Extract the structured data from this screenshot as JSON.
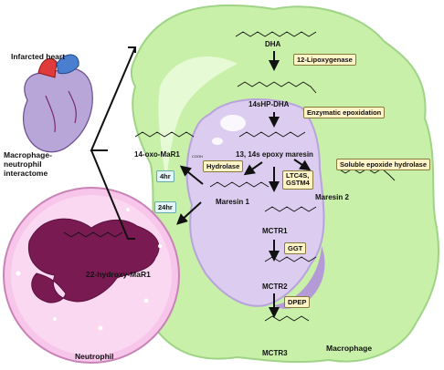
{
  "labels": {
    "infarcted_heart": "Infarcted heart",
    "interactome": "Macrophage-\nneutrophil\ninteractome",
    "neutrophil": "Neutrophil",
    "macrophage": "Macrophage",
    "dha": "DHA",
    "hp_dha": "14sHP-DHA",
    "epoxy_maresin": "13, 14s epoxy maresin",
    "maresin1": "Maresin 1",
    "maresin2": "Maresin 2",
    "oxo_mar1": "14-oxo-MaR1",
    "hydroxy_mar1": "22-hydroxy-MaR1",
    "mctr1": "MCTR1",
    "mctr2": "MCTR2",
    "mctr3": "MCTR3"
  },
  "enzymes": {
    "lipoxygenase": "12-Lipoxygenase",
    "epoxidation": "Enzymatic epoxidation",
    "hydrolase": "Hydrolase",
    "ltc4s": "LTC4S,\nGSTM4",
    "seh": "Soluble epoxide hydrolase",
    "ggt": "GGT",
    "dpep": "DPEP"
  },
  "times": {
    "t4": "4hr",
    "t24": "24hr"
  },
  "chem_text": {
    "cooh": "COOH"
  },
  "colors": {
    "macrophage_fill": "#c8f0a8",
    "macrophage_stroke": "#9fd486",
    "nucleus_fill": "#dccdf0",
    "nucleus_stroke": "#b9a3dc",
    "neutrophil_fill": "#f7c6ea",
    "neutrophil_nucleus": "#7a1a52",
    "enzyme_box": "#fff3c8",
    "time_box": "#e2f6f8"
  }
}
